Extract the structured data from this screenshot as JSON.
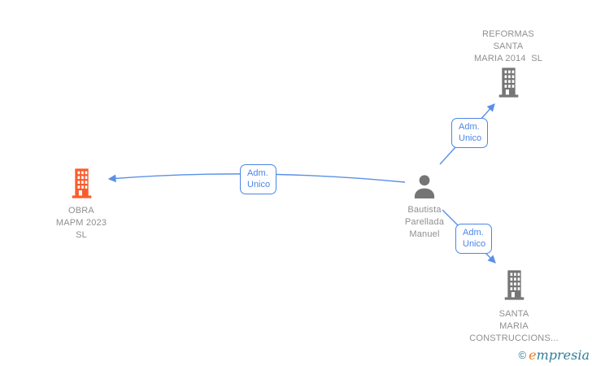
{
  "diagram": {
    "colors": {
      "edge_blue": "#5b90e8",
      "label_blue": "#4a86e8",
      "node_gray": "#757575",
      "text_gray": "#8f8f8f",
      "highlight_orange": "#fa5b2b",
      "logo_teal": "#2e7e96",
      "logo_orange": "#ee7d23",
      "canvas_bg": "#ffffff"
    },
    "nodes": {
      "reformas": {
        "type": "company",
        "name": "REFORMAS SANTA MARIA 2014  SL",
        "lines": [
          "REFORMAS",
          "SANTA",
          "MARIA 2014  SL"
        ]
      },
      "obra": {
        "type": "company",
        "name": "OBRA MAPM 2023 SL",
        "lines": [
          "OBRA",
          "MAPM 2023",
          "SL"
        ]
      },
      "bautista": {
        "type": "person",
        "name": "Bautista Parellada Manuel",
        "lines": [
          "Bautista",
          "Parellada",
          "Manuel"
        ]
      },
      "santa_maria": {
        "type": "company",
        "name": "SANTA MARIA CONSTRUCCIONS...",
        "lines": [
          "SANTA",
          "MARIA",
          "CONSTRUCCIONS..."
        ]
      }
    },
    "edges": [
      {
        "from": "bautista",
        "to": "obra",
        "label_line1": "Adm.",
        "label_line2": "Unico"
      },
      {
        "from": "bautista",
        "to": "reformas",
        "label_line1": "Adm.",
        "label_line2": "Unico"
      },
      {
        "from": "bautista",
        "to": "santa_maria",
        "label_line1": "Adm.",
        "label_line2": "Unico"
      }
    ],
    "watermark": {
      "copyright_symbol": "©",
      "brand": "empresia"
    }
  }
}
